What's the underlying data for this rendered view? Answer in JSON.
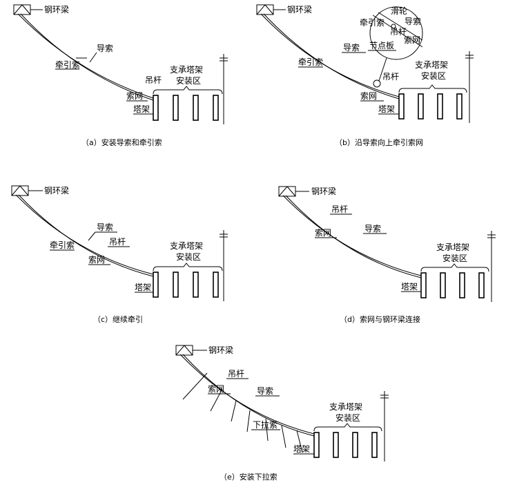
{
  "labels": {
    "gang_huan_liang": "钢环梁",
    "dao_suo": "导索",
    "qian_yin_suo": "牵引索",
    "diao_gan": "吊杆",
    "suo_wang": "索网",
    "ta_jia": "塔架",
    "zhicheng_line1": "支承塔架",
    "zhicheng_line2": "安装区",
    "hua_lun": "滑轮",
    "jie_dian_ban": "节点板",
    "xia_la_suo": "下拉索"
  },
  "captions": {
    "a": "（a）安装导索和牵引索",
    "b": "（b）沿导索向上牵引索网",
    "c": "（c）继续牵引",
    "d": "（d）索网与钢环梁连接",
    "e": "（e）安装下拉索"
  }
}
